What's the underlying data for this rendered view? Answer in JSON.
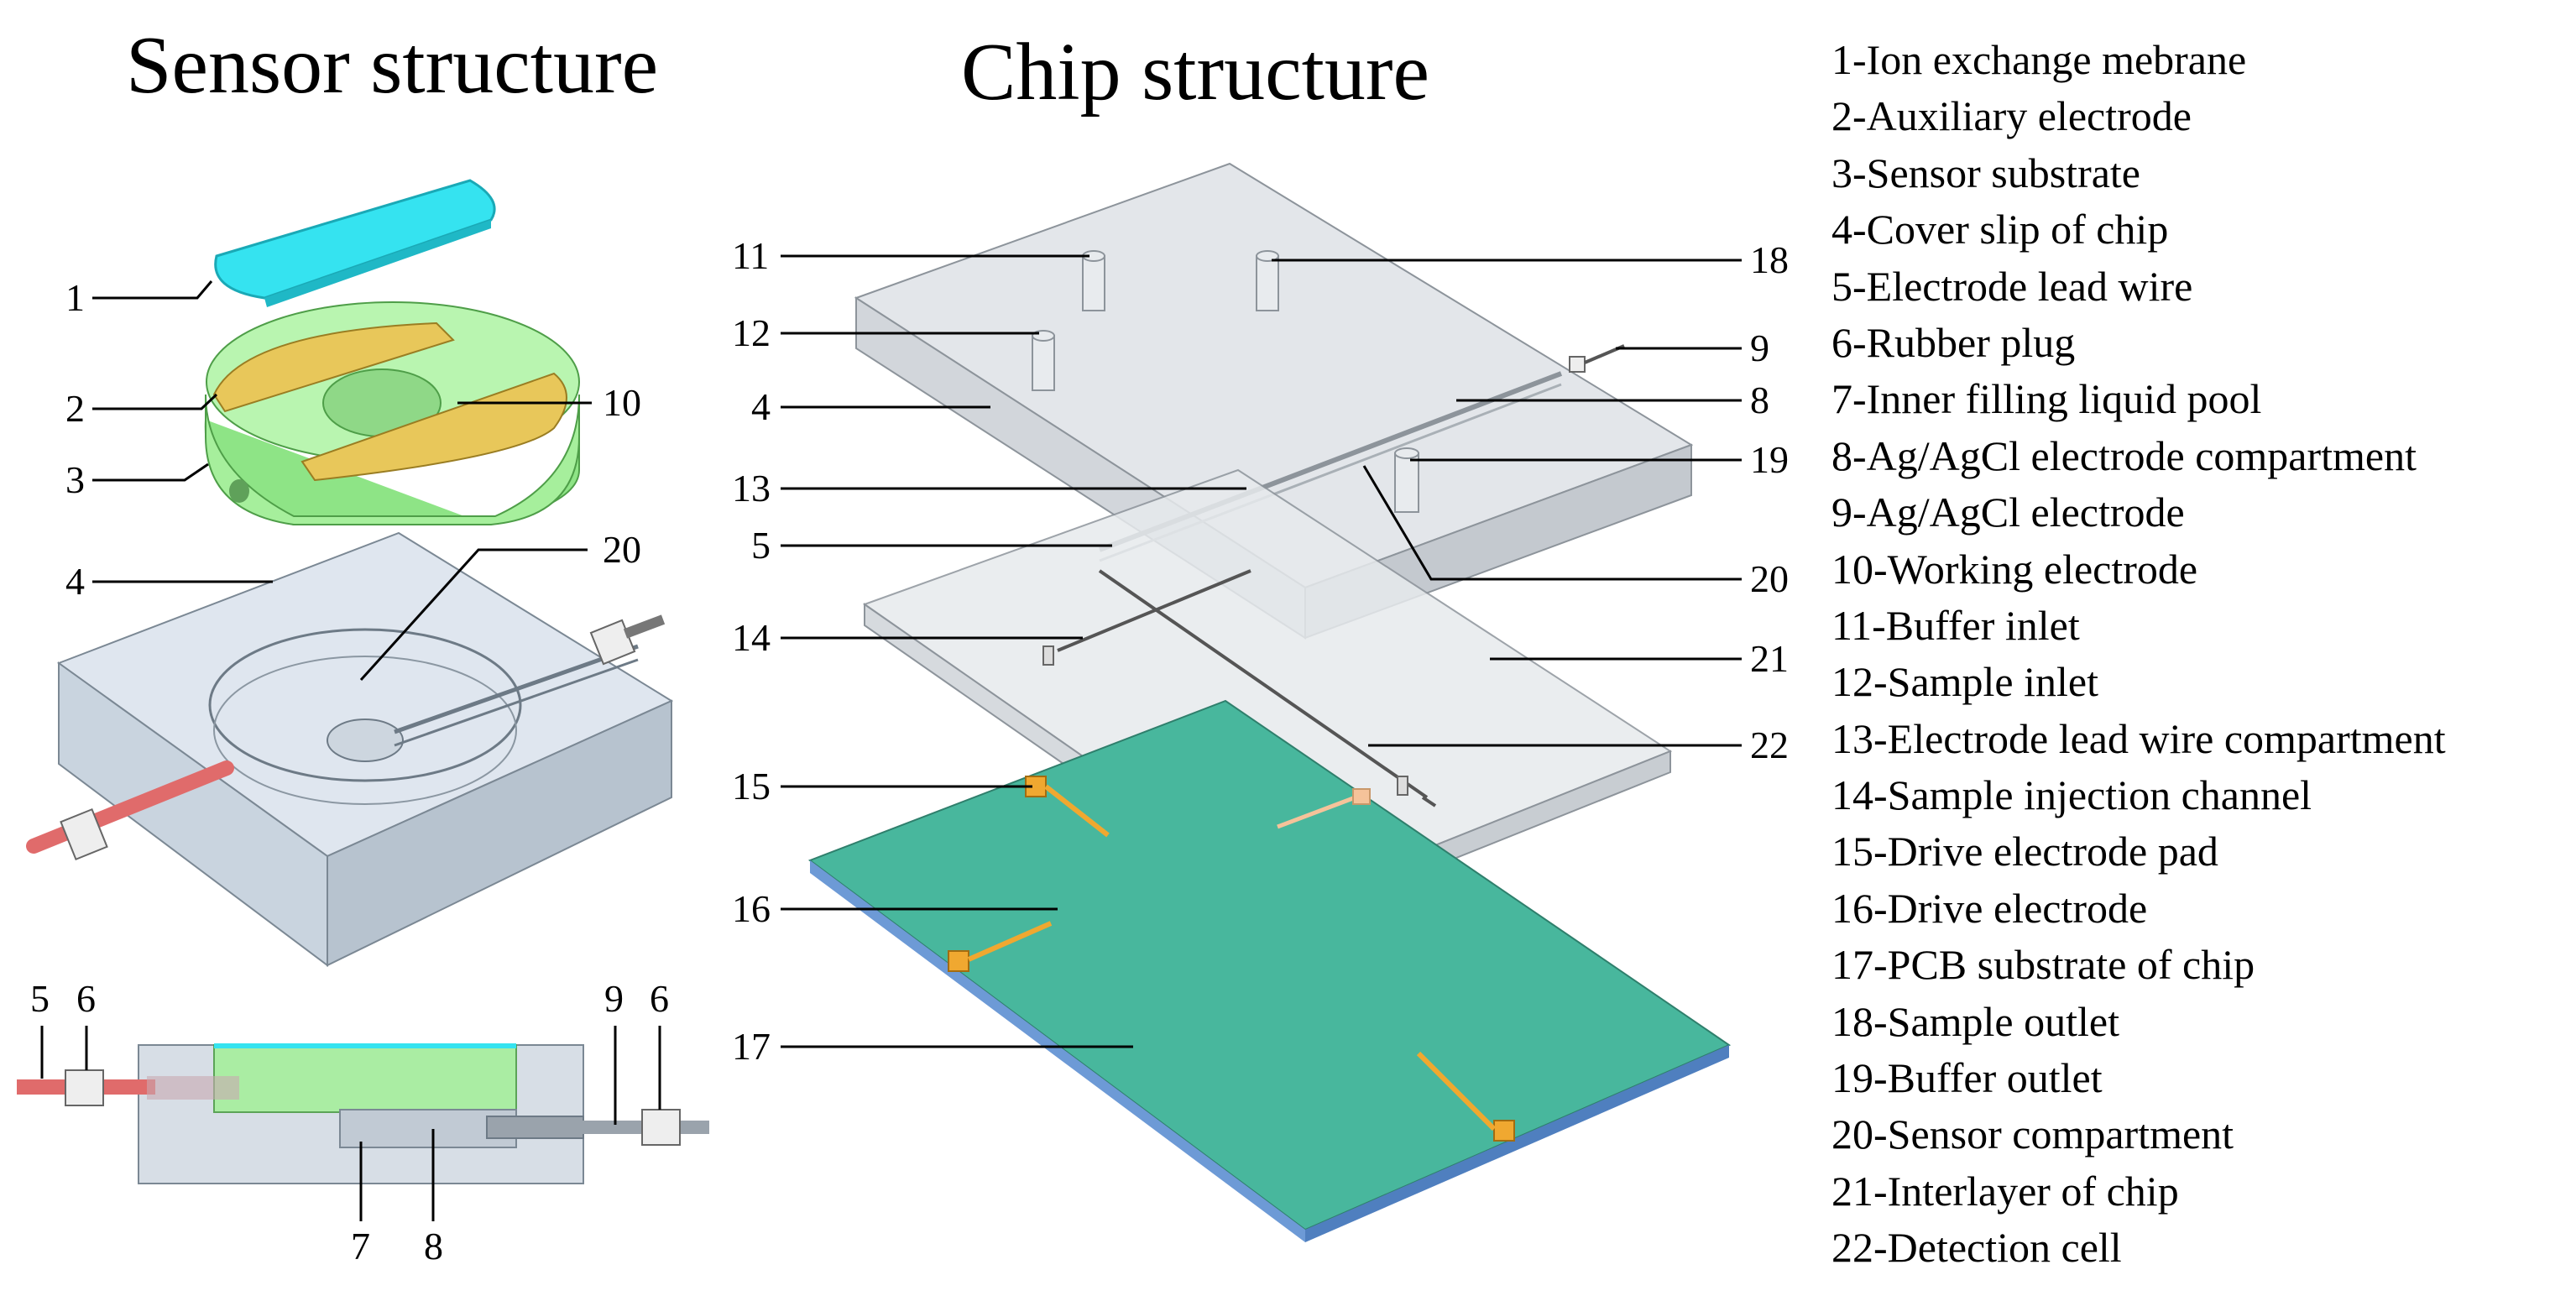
{
  "titles": {
    "sensor": "Sensor structure",
    "chip": "Chip structure"
  },
  "sensor_callouts": {
    "c1": "1",
    "c2": "2",
    "c3": "3",
    "c4": "4",
    "c10": "10",
    "c20": "20",
    "c5": "5",
    "c6a": "6",
    "c9": "9",
    "c6b": "6",
    "c7": "7",
    "c8": "8"
  },
  "chip_callouts": {
    "c11": "11",
    "c12": "12",
    "c4": "4",
    "c13": "13",
    "c5": "5",
    "c14": "14",
    "c15": "15",
    "c16": "16",
    "c17": "17",
    "c18": "18",
    "c9": "9",
    "c8": "8",
    "c19": "19",
    "c20": "20",
    "c21": "21",
    "c22": "22"
  },
  "legend": [
    "1-Ion exchange mebrane",
    "2-Auxiliary electrode",
    "3-Sensor substrate",
    "4-Cover slip of chip",
    "5-Electrode lead wire",
    "6-Rubber plug",
    "7-Inner filling liquid pool",
    "8-Ag/AgCl electrode compartment",
    "9-Ag/AgCl electrode",
    "10-Working electrode",
    "11-Buffer inlet",
    "12-Sample inlet",
    "13-Electrode lead wire compartment",
    "14-Sample injection channel",
    "15-Drive electrode pad",
    "16-Drive electrode",
    "17-PCB substrate of chip",
    "18-Sample outlet",
    "19-Buffer outlet",
    "20-Sensor compartment",
    "21-Interlayer of chip",
    "22-Detection cell"
  ],
  "colors": {
    "membrane": "#35e3f0",
    "electrode_gold": "#e8c75a",
    "substrate_green": "#a6ef9c",
    "block_gray": "#c9d4df",
    "pcb_green": "#48b79d",
    "pcb_edge": "#6d9ad6",
    "pad_orange": "#f0a830",
    "lead_red": "#e06b6b"
  }
}
